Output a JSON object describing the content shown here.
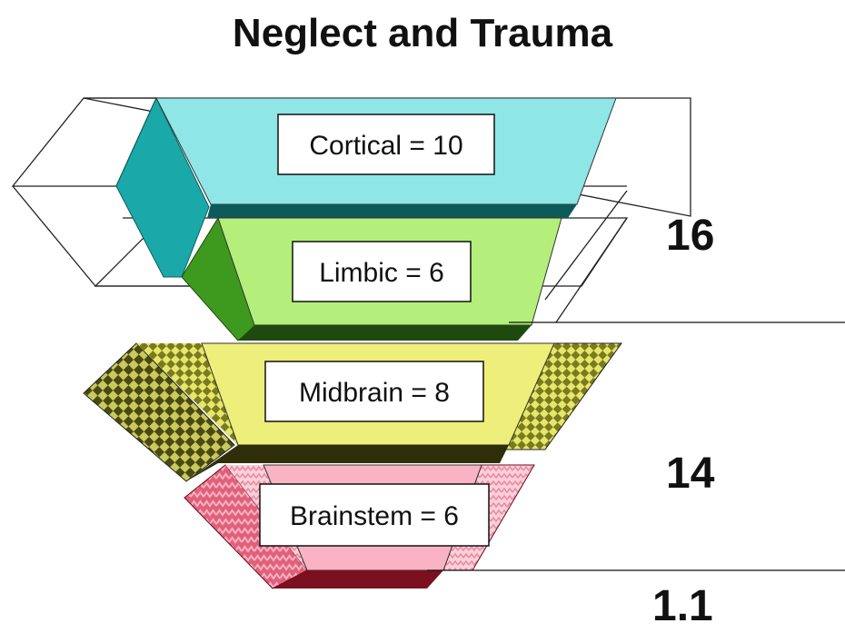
{
  "title": "Neglect and Trauma",
  "layers": [
    {
      "name": "cortical",
      "label": "Cortical = 10",
      "value": 10,
      "color": "#8fe6e6",
      "side_color": "#1aa8a8",
      "bottom_color": "#0d5a5a"
    },
    {
      "name": "limbic",
      "label": "Limbic = 6",
      "value": 6,
      "color": "#b3ef7a",
      "side_color": "#3d9a1e",
      "bottom_color": "#1f4a0f"
    },
    {
      "name": "midbrain",
      "label": "Midbrain = 8",
      "value": 8,
      "color": "#eeee7a",
      "side_color": "#5a5a18",
      "bottom_color": "#2e2e08"
    },
    {
      "name": "brainstem",
      "label": "Brainstem = 6",
      "value": 6,
      "color": "#f9b3c3",
      "side_color": "#d84a6a",
      "bottom_color": "#7a1020"
    }
  ],
  "ratios": [
    {
      "name": "upper-ratio",
      "value": "16"
    },
    {
      "name": "lower-ratio",
      "value": "14"
    },
    {
      "name": "overall-ratio",
      "value": "1.1"
    }
  ]
}
